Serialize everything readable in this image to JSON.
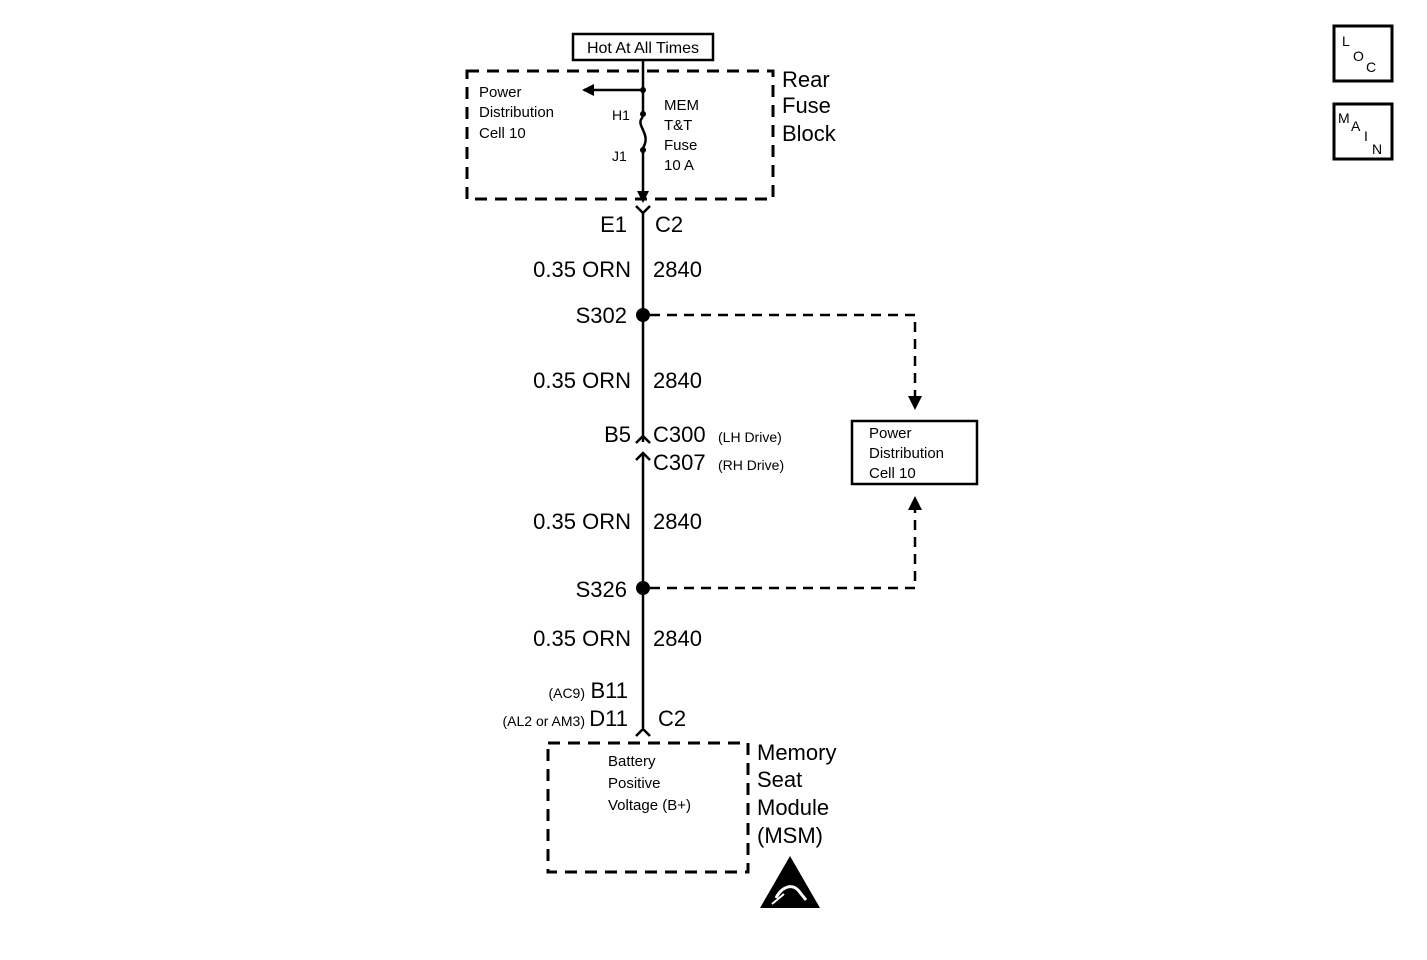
{
  "source": {
    "label": "Hot At All Times"
  },
  "fuse_block": {
    "name": [
      "Rear",
      "Fuse",
      "Block"
    ],
    "internal_label": [
      "Power",
      "Distribution",
      "Cell 10"
    ],
    "fuse_label": [
      "MEM",
      "T&T",
      "Fuse",
      "10 A"
    ],
    "pin_top": "H1",
    "pin_bottom": "J1"
  },
  "connectors": {
    "c1_pin": "E1",
    "c1_name": "C2",
    "c2_pin": "B5",
    "c2_name_lh": "C300",
    "c2_note_lh": "(LH Drive)",
    "c2_name_rh": "C307",
    "c2_note_rh": "(RH Drive)",
    "c3_note_a": "(AC9)",
    "c3_pin_a": "B11",
    "c3_note_b": "(AL2 or AM3)",
    "c3_pin_b": "D11",
    "c3_name": "C2"
  },
  "wires": [
    {
      "gauge_color": "0.35 ORN",
      "circuit": "2840"
    },
    {
      "gauge_color": "0.35 ORN",
      "circuit": "2840"
    },
    {
      "gauge_color": "0.35 ORN",
      "circuit": "2840"
    },
    {
      "gauge_color": "0.35 ORN",
      "circuit": "2840"
    }
  ],
  "splices": {
    "s1": "S302",
    "s2": "S326"
  },
  "power_dist_box": {
    "label": [
      "Power",
      "Distribution",
      "Cell 10"
    ]
  },
  "module": {
    "name": [
      "Memory",
      "Seat",
      "Module",
      "(MSM)"
    ],
    "internal_label": [
      "Battery",
      "Positive",
      "Voltage (B+)"
    ]
  },
  "nav": {
    "loc": {
      "l": "L",
      "o": "O",
      "c": "C"
    },
    "main": {
      "m": "M",
      "a": "A",
      "i": "I",
      "n": "N"
    }
  },
  "icons": [
    "esd-warning-icon",
    "fuse-icon",
    "splice-dot-icon"
  ]
}
